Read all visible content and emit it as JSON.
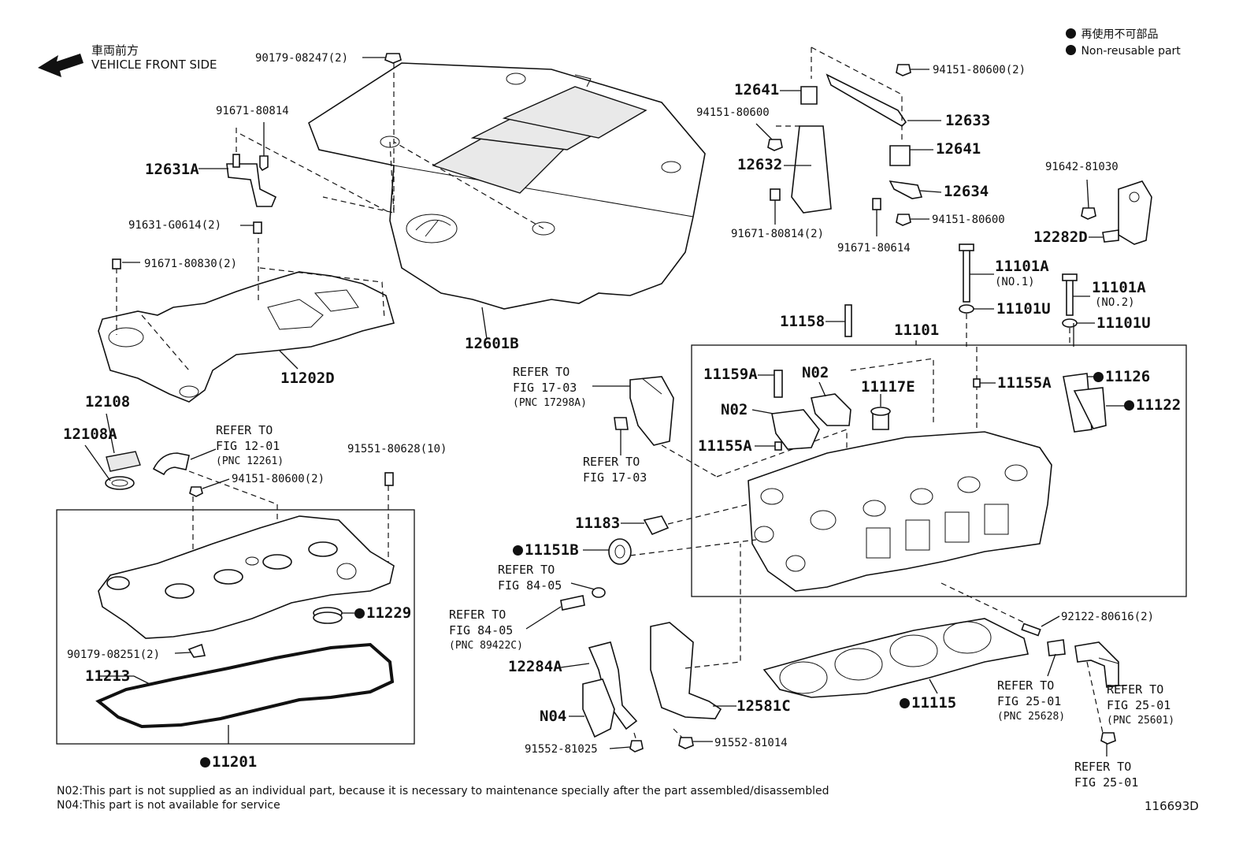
{
  "diagram_id": "116693D",
  "front": {
    "jp": "車両前方",
    "en": "VEHICLE FRONT SIDE"
  },
  "legend": {
    "jp": "再使用不可部品",
    "en": "Non-reusable part"
  },
  "notes": [
    "N02:This part is not supplied as an individual part, because it is necessary to maintenance specially after the part assembled/disassembled",
    "N04:This part is not available for service"
  ],
  "parts": {
    "p90179_08247": "90179-08247(2)",
    "p91671_80814": "91671-80814",
    "p12631A": "12631A",
    "p91631_G0614": "91631-G0614(2)",
    "p91671_80830": "91671-80830(2)",
    "p11202D": "11202D",
    "p12601B": "12601B",
    "p12641_top": "12641",
    "p94151_80600_top": "94151-80600",
    "p12632": "12632",
    "p91671_80814_2": "91671-80814(2)",
    "p94151_80600_2": "94151-80600(2)",
    "p12633": "12633",
    "p12641_mid": "12641",
    "p12634": "12634",
    "p94151_80600_mid": "94151-80600",
    "p91671_80614": "91671-80614",
    "p91642_81030": "91642-81030",
    "p12282D": "12282D",
    "p11101A_1": "11101A",
    "p11101A_1_sub": "(NO.1)",
    "p11101U_1": "11101U",
    "p11101A_2": "11101A",
    "p11101A_2_sub": "(NO.2)",
    "p11101U_2": "11101U",
    "p11158": "11158",
    "p11101": "11101",
    "p11159A": "11159A",
    "pN02_a": "N02",
    "pN02_b": "N02",
    "p11117E": "11117E",
    "p11155A_a": "11155A",
    "p11155A_b": "11155A",
    "p11126": "11126",
    "p11122": "11122",
    "p12108": "12108",
    "p12108A": "12108A",
    "p91551_80628": "91551-80628(10)",
    "p94151_80600_low": "94151-80600(2)",
    "p11229": "11229",
    "p90179_08251": "90179-08251(2)",
    "p11213": "11213",
    "p11201": "11201",
    "p11183": "11183",
    "p11151B": "11151B",
    "p12284A": "12284A",
    "pN04": "N04",
    "p91552_81025": "91552-81025",
    "p91552_81014": "91552-81014",
    "p12581C": "12581C",
    "p11115": "11115",
    "p92122_80616": "92122-80616(2)"
  },
  "refs": {
    "r17_03_a": [
      "REFER TO",
      "FIG 17-03",
      "(PNC 17298A)"
    ],
    "r17_03_b": [
      "REFER TO",
      "FIG 17-03"
    ],
    "r12_01": [
      "REFER TO",
      "FIG 12-01",
      "(PNC 12261)"
    ],
    "r84_05_a": [
      "REFER TO",
      "FIG 84-05"
    ],
    "r84_05_b": [
      "REFER TO",
      "FIG 84-05",
      "(PNC 89422C)"
    ],
    "r25_01_a": [
      "REFER TO",
      "FIG 25-01",
      "(PNC 25628)"
    ],
    "r25_01_b": [
      "REFER TO",
      "FIG 25-01",
      "(PNC 25601)"
    ],
    "r25_01_c": [
      "REFER TO",
      "FIG 25-01"
    ]
  }
}
